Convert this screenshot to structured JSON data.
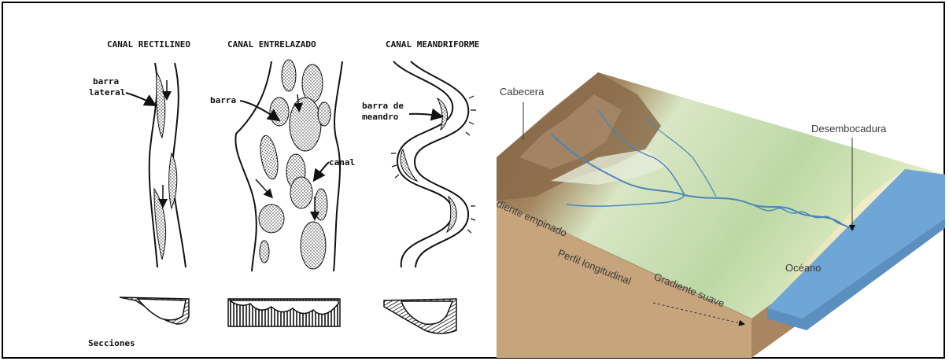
{
  "left_panel": {
    "titles": {
      "straight": "CANAL RECTILINEO",
      "braided": "CANAL ENTRELAZADO",
      "meander": "CANAL MEANDRIFORME"
    },
    "labels": {
      "lateral_bar_1": "barra",
      "lateral_bar_2": "lateral",
      "bar": "barra",
      "channel": "canal",
      "meander_bar_1": "barra de",
      "meander_bar_2": "meandro",
      "sections": "Secciones"
    }
  },
  "right_panel": {
    "labels": {
      "headwaters": "Cabecera",
      "mouth": "Desembocadura",
      "steep": "diente empinado",
      "profile": "Perfil longitudinal",
      "gentle": "Gradiente suave",
      "ocean": "Océano"
    },
    "colors": {
      "mountains": "#8a6b4a",
      "plain": "#cfe0b0",
      "river": "#4b86b8",
      "ocean": "#6fa6d6",
      "soil_front": "#c4a882",
      "soil_side": "#a98c67"
    }
  }
}
